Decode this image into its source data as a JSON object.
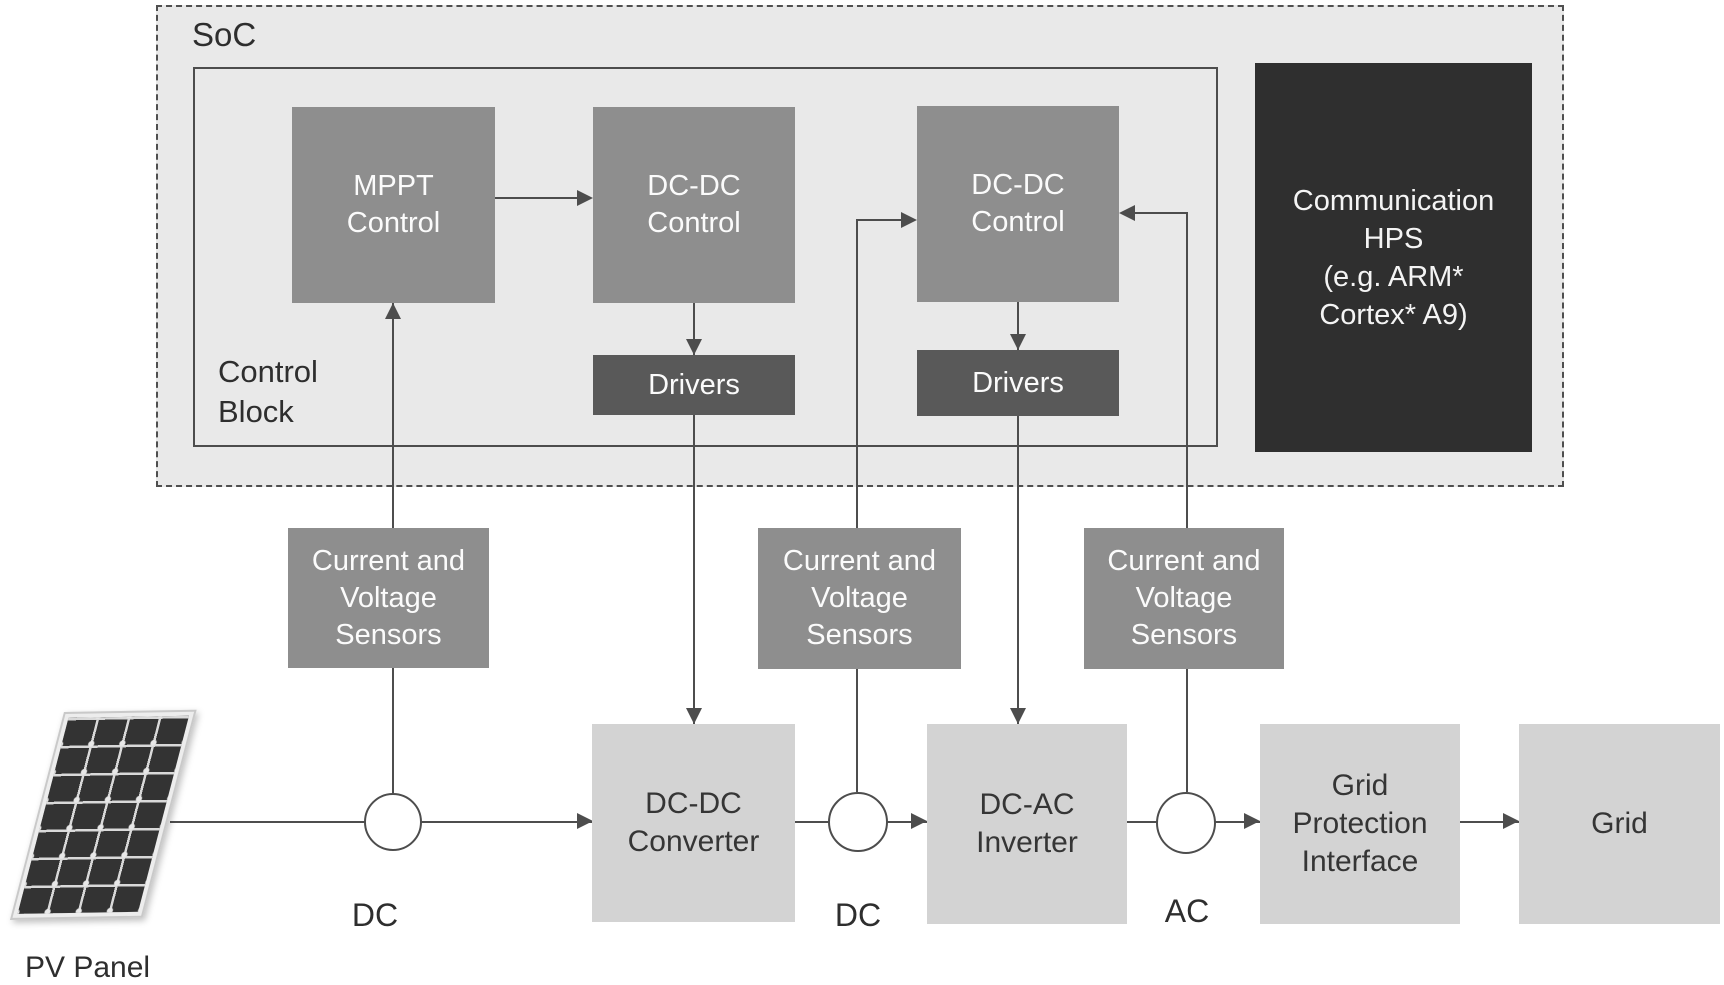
{
  "colors": {
    "canvas_bg": "#ffffff",
    "soc_bg": "#e9e9e9",
    "control_node_gray": "#8e8e8e",
    "drivers_gray": "#595959",
    "hps_dark": "#2f2f2f",
    "power_node_light": "#d3d3d3",
    "line": "#4d4d4d",
    "text_dark": "#2e2e2e",
    "text_light": "#fbfbfb"
  },
  "soc": {
    "label": "SoC",
    "control_block_label": "Control\nBlock"
  },
  "nodes": {
    "mppt_control": "MPPT\nControl",
    "dcdc_control_left": "DC-DC\nControl",
    "dcdc_control_right": "DC-DC\nControl",
    "drivers_left": "Drivers",
    "drivers_right": "Drivers",
    "communication_hps": "Communication\nHPS\n(e.g. ARM*\nCortex* A9)",
    "sensors_pv": "Current and\nVoltage\nSensors",
    "sensors_dc": "Current and\nVoltage\nSensors",
    "sensors_ac": "Current and\nVoltage\nSensors",
    "dcdc_converter": "DC-DC\nConverter",
    "dcac_inverter": "DC-AC\nInverter",
    "grid_protection_interface": "Grid\nProtection\nInterface",
    "grid": "Grid"
  },
  "labels": {
    "dc_pv": "DC",
    "dc_link": "DC",
    "ac": "AC",
    "pv_panel": "PV Panel"
  }
}
